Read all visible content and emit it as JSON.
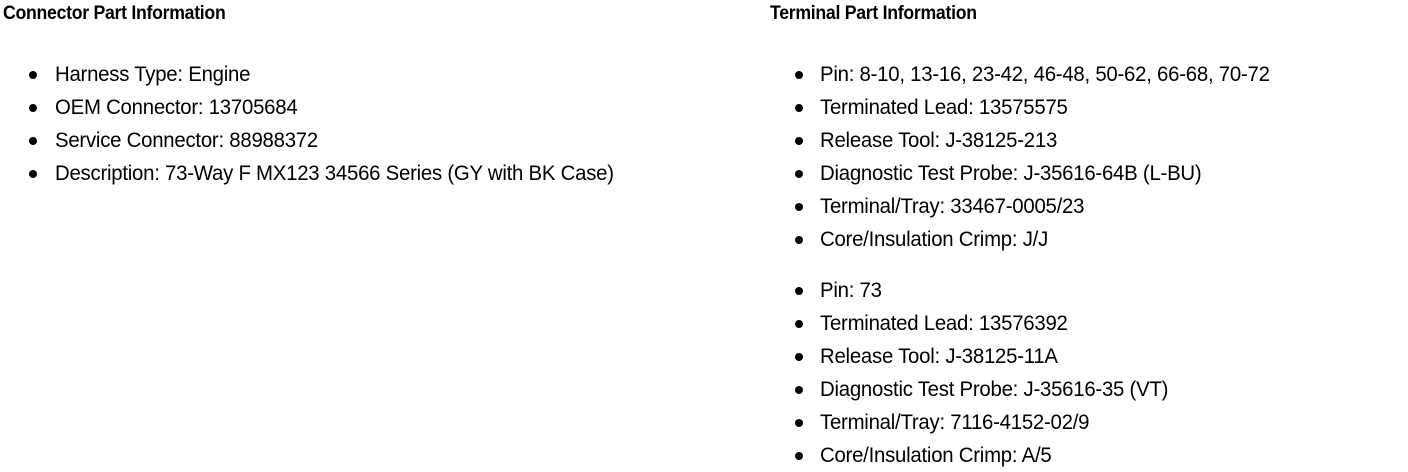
{
  "document": {
    "background_color": "#ffffff",
    "text_color": "#000000"
  },
  "connector_section": {
    "heading": "Connector Part Information",
    "items": [
      {
        "label": "Harness Type",
        "value": "Engine",
        "text": "Harness Type: Engine"
      },
      {
        "label": "OEM Connector",
        "value": "13705684",
        "text": "OEM Connector: 13705684"
      },
      {
        "label": "Service Connector",
        "value": "88988372",
        "text": "Service Connector: 88988372"
      },
      {
        "label": "Description",
        "value": "73-Way F MX123 34566 Series (GY with BK Case)",
        "text": "Description: 73-Way F MX123 34566 Series (GY with BK Case)"
      }
    ]
  },
  "terminal_section": {
    "heading": "Terminal Part Information",
    "groups": [
      {
        "items": [
          {
            "label": "Pin",
            "value": "8-10, 13-16, 23-42, 46-48, 50-62, 66-68, 70-72",
            "text": "Pin: 8-10, 13-16, 23-42, 46-48, 50-62, 66-68, 70-72"
          },
          {
            "label": "Terminated Lead",
            "value": "13575575",
            "text": "Terminated Lead: 13575575"
          },
          {
            "label": "Release Tool",
            "value": "J-38125-213",
            "text": "Release Tool: J-38125-213"
          },
          {
            "label": "Diagnostic Test Probe",
            "value": "J-35616-64B (L-BU)",
            "text": "Diagnostic Test Probe: J-35616-64B (L-BU)"
          },
          {
            "label": "Terminal/Tray",
            "value": "33467-0005/23",
            "text": "Terminal/Tray: 33467-0005/23"
          },
          {
            "label": "Core/Insulation Crimp",
            "value": "J/J",
            "text": "Core/Insulation Crimp: J/J"
          }
        ]
      },
      {
        "items": [
          {
            "label": "Pin",
            "value": "73",
            "text": "Pin: 73"
          },
          {
            "label": "Terminated Lead",
            "value": "13576392",
            "text": "Terminated Lead: 13576392"
          },
          {
            "label": "Release Tool",
            "value": "J-38125-11A",
            "text": "Release Tool: J-38125-11A"
          },
          {
            "label": "Diagnostic Test Probe",
            "value": "J-35616-35 (VT)",
            "text": "Diagnostic Test Probe: J-35616-35 (VT)"
          },
          {
            "label": "Terminal/Tray",
            "value": "7116-4152-02/9",
            "text": "Terminal/Tray: 7116-4152-02/9"
          },
          {
            "label": "Core/Insulation Crimp",
            "value": "A/5",
            "text": "Core/Insulation Crimp: A/5"
          }
        ]
      }
    ]
  }
}
